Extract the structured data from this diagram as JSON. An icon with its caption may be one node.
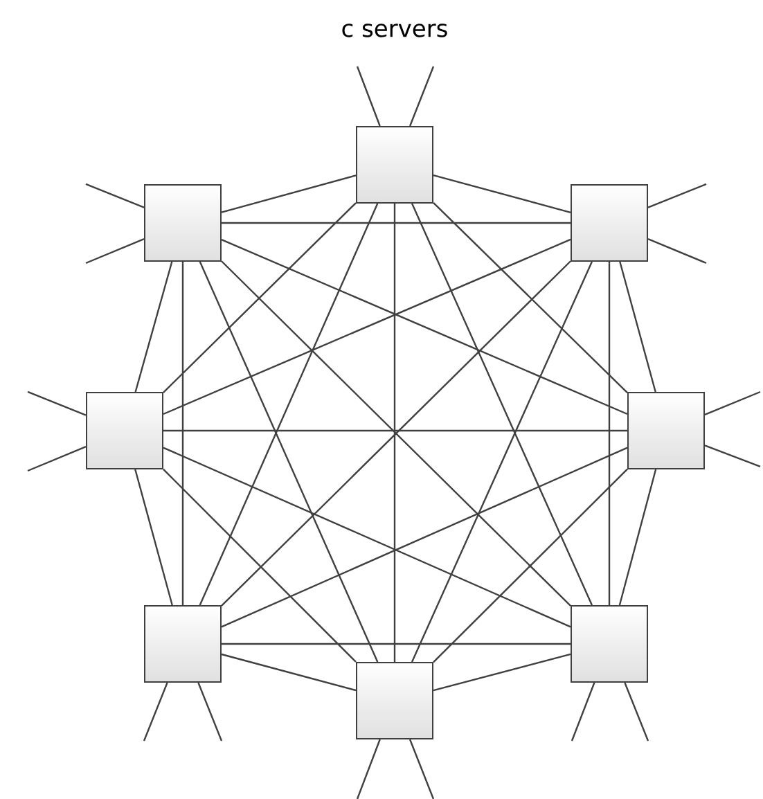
{
  "diagram": {
    "title": "c servers",
    "nodes": [
      {
        "text": [],
        "shape": "box"
      },
      {
        "text": [],
        "shape": "box"
      },
      {
        "text": [],
        "shape": "box"
      },
      {
        "text": [],
        "shape": "box"
      },
      {
        "text": [],
        "shape": "box"
      },
      {
        "text": [],
        "shape": "box"
      },
      {
        "text": [],
        "shape": "box"
      },
      {
        "text": [],
        "shape": "box"
      }
    ],
    "edges": [
      {
        "from": 0,
        "to": 1,
        "arrow": "none"
      },
      {
        "from": 0,
        "to": 2,
        "arrow": "none"
      },
      {
        "from": 0,
        "to": 3,
        "arrow": "none"
      },
      {
        "from": 0,
        "to": 4,
        "arrow": "none"
      },
      {
        "from": 0,
        "to": 5,
        "arrow": "none"
      },
      {
        "from": 0,
        "to": 6,
        "arrow": "none"
      },
      {
        "from": 0,
        "to": 7,
        "arrow": "none"
      },
      {
        "from": 1,
        "to": 2,
        "arrow": "none"
      },
      {
        "from": 1,
        "to": 3,
        "arrow": "none"
      },
      {
        "from": 1,
        "to": 4,
        "arrow": "none"
      },
      {
        "from": 1,
        "to": 5,
        "arrow": "none"
      },
      {
        "from": 1,
        "to": 6,
        "arrow": "none"
      },
      {
        "from": 1,
        "to": 7,
        "arrow": "none"
      },
      {
        "from": 2,
        "to": 3,
        "arrow": "none"
      },
      {
        "from": 2,
        "to": 4,
        "arrow": "none"
      },
      {
        "from": 2,
        "to": 5,
        "arrow": "none"
      },
      {
        "from": 2,
        "to": 6,
        "arrow": "none"
      },
      {
        "from": 2,
        "to": 7,
        "arrow": "none"
      },
      {
        "from": 3,
        "to": 4,
        "arrow": "none"
      },
      {
        "from": 3,
        "to": 5,
        "arrow": "none"
      },
      {
        "from": 3,
        "to": 6,
        "arrow": "none"
      },
      {
        "from": 3,
        "to": 7,
        "arrow": "none"
      },
      {
        "from": 4,
        "to": 5,
        "arrow": "none"
      },
      {
        "from": 4,
        "to": 6,
        "arrow": "none"
      },
      {
        "from": 4,
        "to": 7,
        "arrow": "none"
      },
      {
        "from": 5,
        "to": 6,
        "arrow": "none"
      },
      {
        "from": 5,
        "to": 7,
        "arrow": "none"
      },
      {
        "from": 6,
        "to": 7,
        "arrow": "none"
      },
      {
        "from": 0,
        "to": null,
        "arrow": "none"
      },
      {
        "from": 0,
        "to": null,
        "arrow": "none"
      },
      {
        "from": 1,
        "to": null,
        "arrow": "none"
      },
      {
        "from": 1,
        "to": null,
        "arrow": "none"
      },
      {
        "from": 2,
        "to": null,
        "arrow": "none"
      },
      {
        "from": 2,
        "to": null,
        "arrow": "none"
      },
      {
        "from": 3,
        "to": null,
        "arrow": "none"
      },
      {
        "from": 3,
        "to": null,
        "arrow": "none"
      },
      {
        "from": 4,
        "to": null,
        "arrow": "none"
      },
      {
        "from": 4,
        "to": null,
        "arrow": "none"
      },
      {
        "from": 5,
        "to": null,
        "arrow": "none"
      },
      {
        "from": 5,
        "to": null,
        "arrow": "none"
      },
      {
        "from": 6,
        "to": null,
        "arrow": "none"
      },
      {
        "from": 6,
        "to": null,
        "arrow": "none"
      },
      {
        "from": 7,
        "to": null,
        "arrow": "none"
      },
      {
        "from": 7,
        "to": null,
        "arrow": "none"
      }
    ]
  }
}
